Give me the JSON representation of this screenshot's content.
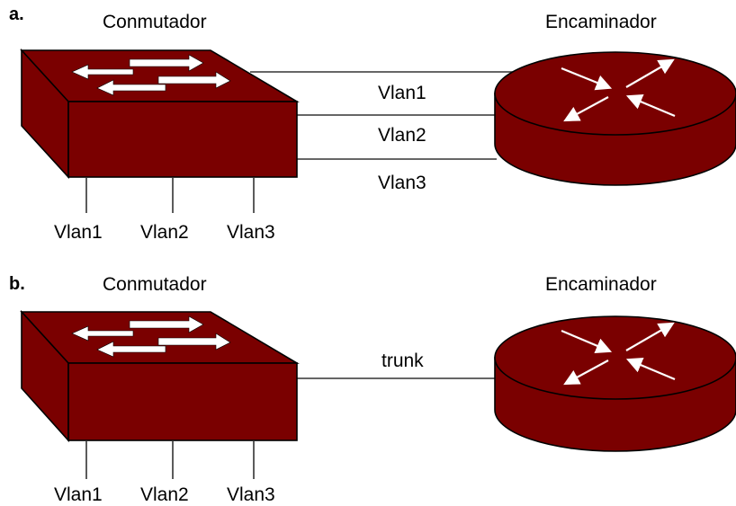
{
  "panels": [
    {
      "tag": "a.",
      "switch_label": "Conmutador",
      "router_label": "Encaminador",
      "link_labels": [
        "Vlan1",
        "Vlan2",
        "Vlan3"
      ],
      "port_labels": [
        "Vlan1",
        "Vlan2",
        "Vlan3"
      ]
    },
    {
      "tag": "b.",
      "switch_label": "Conmutador",
      "router_label": "Encaminador",
      "link_labels": [
        "trunk"
      ],
      "port_labels": [
        "Vlan1",
        "Vlan2",
        "Vlan3"
      ]
    }
  ],
  "colors": {
    "device_fill": "#7a0000",
    "line": "#333333",
    "arrow": "#ffffff"
  }
}
